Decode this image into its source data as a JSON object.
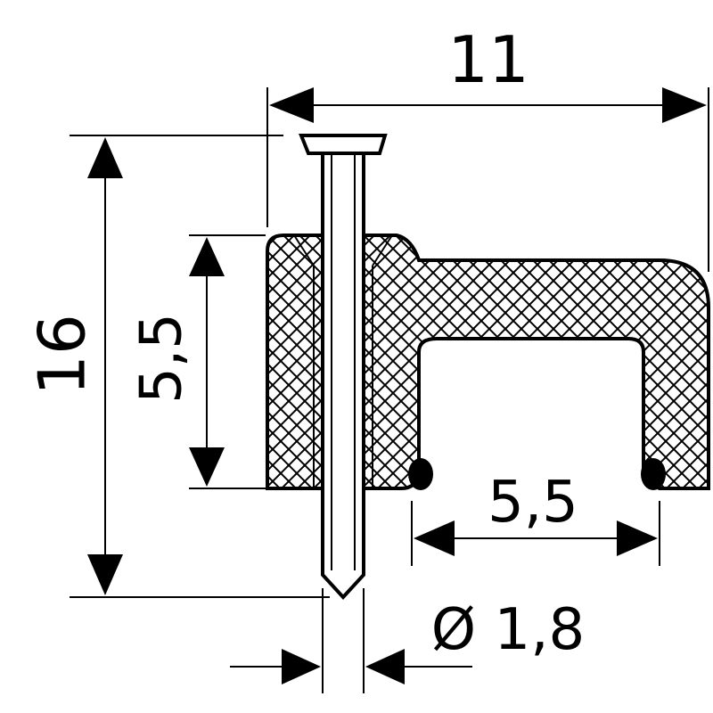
{
  "dimensions": {
    "total_width": "11",
    "total_height": "16",
    "inner_height": "5,5",
    "inner_width": "5,5",
    "nail_diameter": "Ø 1,8"
  }
}
